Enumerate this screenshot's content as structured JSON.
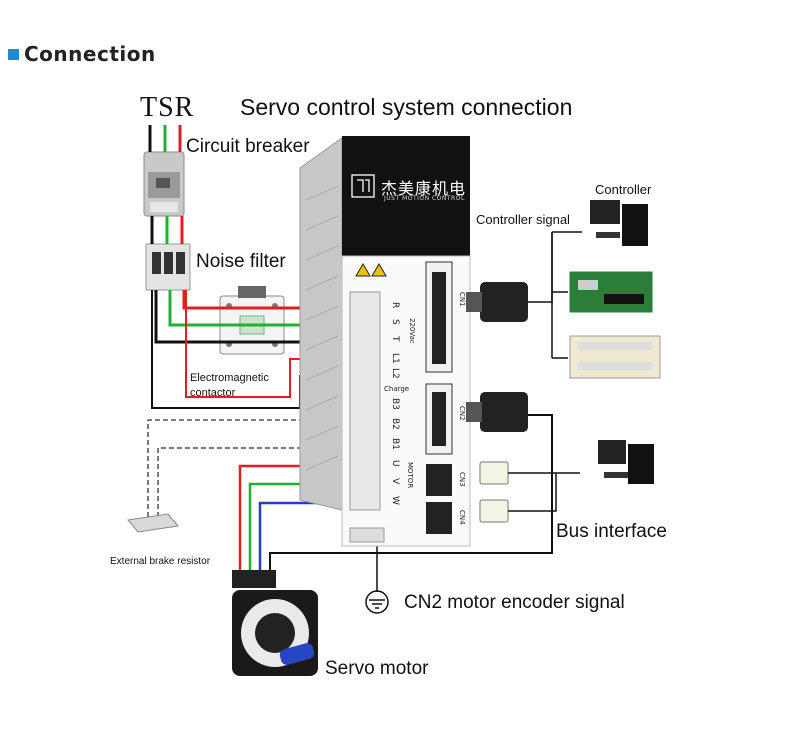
{
  "header": {
    "title": "Connection",
    "accent_color": "#1e8ad6"
  },
  "diagram": {
    "title": "Servo control system connection",
    "tsr": "TSR",
    "circuit_breaker": "Circuit breaker",
    "noise_filter": "Noise filter",
    "contactor_line1": "Electromagnetic",
    "contactor_line2": "contactor",
    "brake_resistor": "External brake resistor",
    "servo_motor": "Servo motor",
    "encoder_signal": "CN2 motor encoder signal",
    "controller": "Controller",
    "controller_signal": "Controller signal",
    "bus_interface": "Bus interface",
    "drive": {
      "brand_cn": "杰美康机电",
      "brand_en": "JUST MOTION CONTROL",
      "terminals": [
        "R",
        "S",
        "T",
        "L1",
        "L2",
        "B3",
        "B2",
        "B1",
        "U",
        "V",
        "W"
      ],
      "voltage_label": "220Vac",
      "charge_label": "Charge",
      "motor_label": "MOTOR",
      "ports": [
        "CN1",
        "CN2",
        "CN3",
        "CN4"
      ]
    },
    "wire_colors": {
      "red": "#e02020",
      "green": "#22b033",
      "black": "#111111",
      "blue": "#1f3fbf"
    }
  }
}
